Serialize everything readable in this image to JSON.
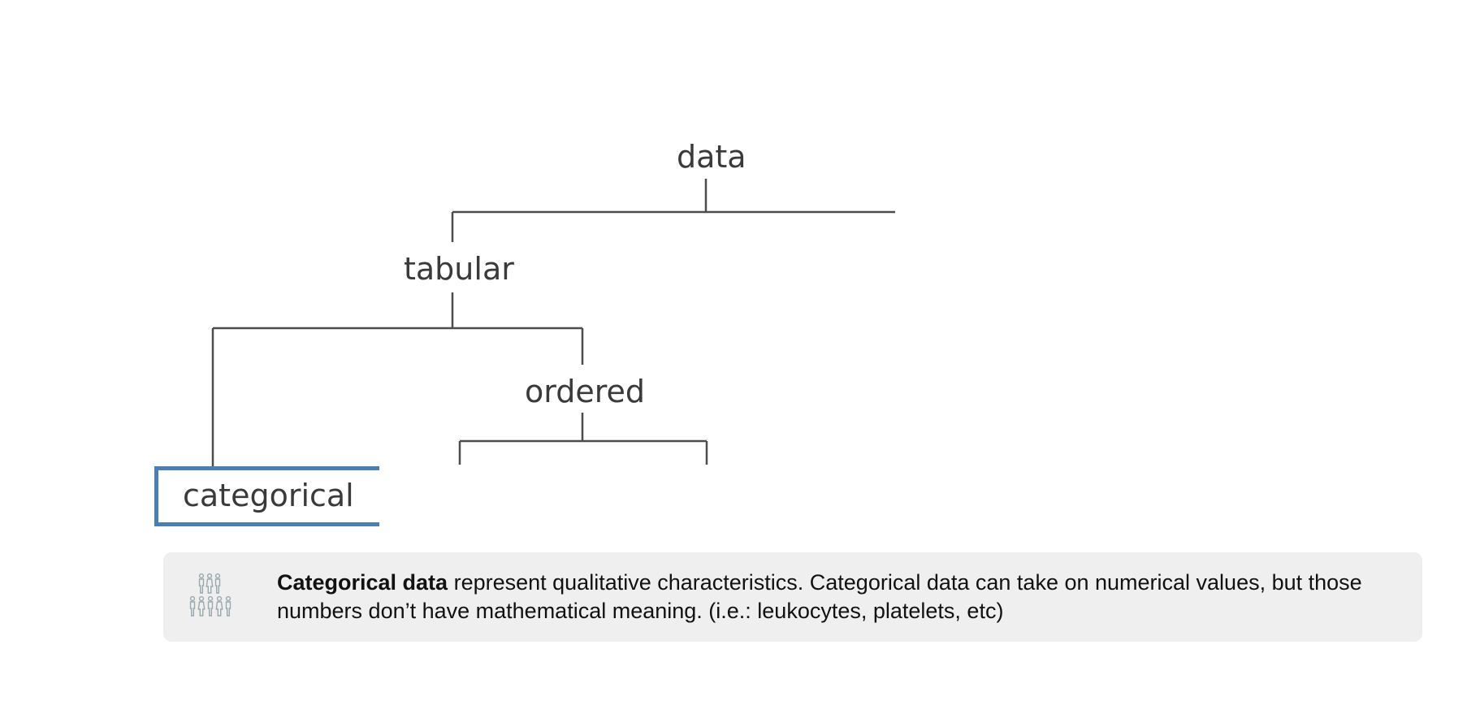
{
  "diagram": {
    "nodes": {
      "root": "data",
      "tabular": "tabular",
      "ordered": "ordered",
      "categorical": "categorical"
    },
    "highlight_color": "#4a7fb5",
    "line_color": "#4d4d4d"
  },
  "info": {
    "icon": "people-group-icon",
    "term": "Categorical data",
    "description": " represent qualitative characteristics. Categorical data can take on numerical values, but those numbers don’t have mathematical meaning. (i.e.: leukocytes, platelets, etc)"
  }
}
